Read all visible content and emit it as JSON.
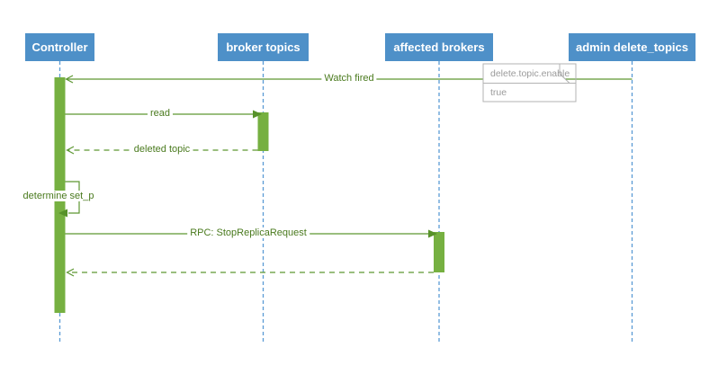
{
  "diagram": {
    "type": "sequence-diagram",
    "actors": [
      {
        "label": "Controller"
      },
      {
        "label": "broker topics"
      },
      {
        "label": "affected brokers"
      },
      {
        "label": "admin delete_topics"
      }
    ],
    "messages": [
      {
        "label": "Watch fired",
        "from": "admin delete_topics",
        "to": "Controller",
        "style": "solid"
      },
      {
        "label": "read",
        "from": "Controller",
        "to": "broker topics",
        "style": "solid"
      },
      {
        "label": "deleted topic",
        "from": "broker topics",
        "to": "Controller",
        "style": "dashed-return"
      },
      {
        "label": "determine set_p",
        "from": "Controller",
        "to": "Controller",
        "style": "self"
      },
      {
        "label": "RPC: StopReplicaRequest",
        "from": "Controller",
        "to": "affected brokers",
        "style": "solid"
      },
      {
        "label": "",
        "from": "affected brokers",
        "to": "Controller",
        "style": "dashed-return"
      }
    ],
    "note": {
      "title": "delete.topic.enable",
      "value": "true"
    },
    "colors": {
      "actor_fill": "#4e90c8",
      "actor_text": "#ffffff",
      "lifeline": "#5b9bd5",
      "activation_fill": "#76b041",
      "message_line": "#5d9732",
      "message_text": "#4a7a1e",
      "note_border": "#b3b3b3",
      "note_text": "#9b9b9b",
      "background": "#ffffff"
    }
  }
}
